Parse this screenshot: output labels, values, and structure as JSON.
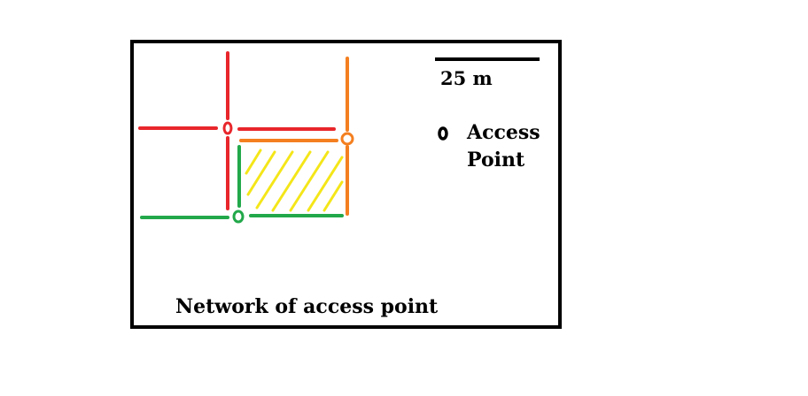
{
  "title": "Network of access point",
  "scale_bar": {
    "label": "25 m"
  },
  "legend": {
    "icon": "access-point-ring",
    "line1": "Access",
    "line2": "Point"
  },
  "colors": {
    "frame": "#000000",
    "red": "#e8262b",
    "orange": "#f47f20",
    "green": "#22a84a",
    "hatch": "#f4e619"
  },
  "access_points": [
    {
      "id": "red",
      "color": "red"
    },
    {
      "id": "orange",
      "color": "orange"
    },
    {
      "id": "green",
      "color": "green"
    }
  ]
}
